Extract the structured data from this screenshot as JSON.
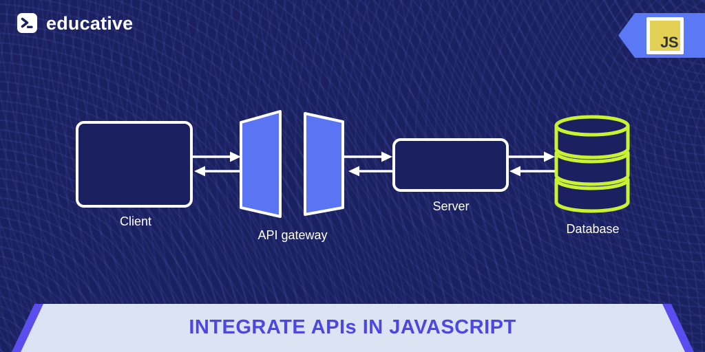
{
  "brand": {
    "wordmark": "educative",
    "icon": "terminal-prompt-icon"
  },
  "badge": {
    "label": "JS"
  },
  "diagram": {
    "nodes": [
      {
        "id": "client",
        "label": "Client"
      },
      {
        "id": "api_gateway",
        "label": "API gateway"
      },
      {
        "id": "server",
        "label": "Server"
      },
      {
        "id": "database",
        "label": "Database"
      }
    ],
    "connections": [
      {
        "from": "client",
        "to": "api_gateway",
        "bidirectional": true
      },
      {
        "from": "api_gateway",
        "to": "server",
        "bidirectional": true
      },
      {
        "from": "server",
        "to": "database",
        "bidirectional": true
      }
    ]
  },
  "banner": {
    "title": "INTEGRATE APIs IN JAVASCRIPT"
  },
  "colors": {
    "background": "#1a2060",
    "accent_blue": "#5b74f4",
    "lime_green": "#c9f232",
    "banner_strip_purple": "#5a4cee",
    "banner_bg_light": "#dce4f3",
    "banner_text_blue": "#4c47e2",
    "js_badge_yellow": "#e3d155",
    "stroke_white": "#ffffff"
  }
}
